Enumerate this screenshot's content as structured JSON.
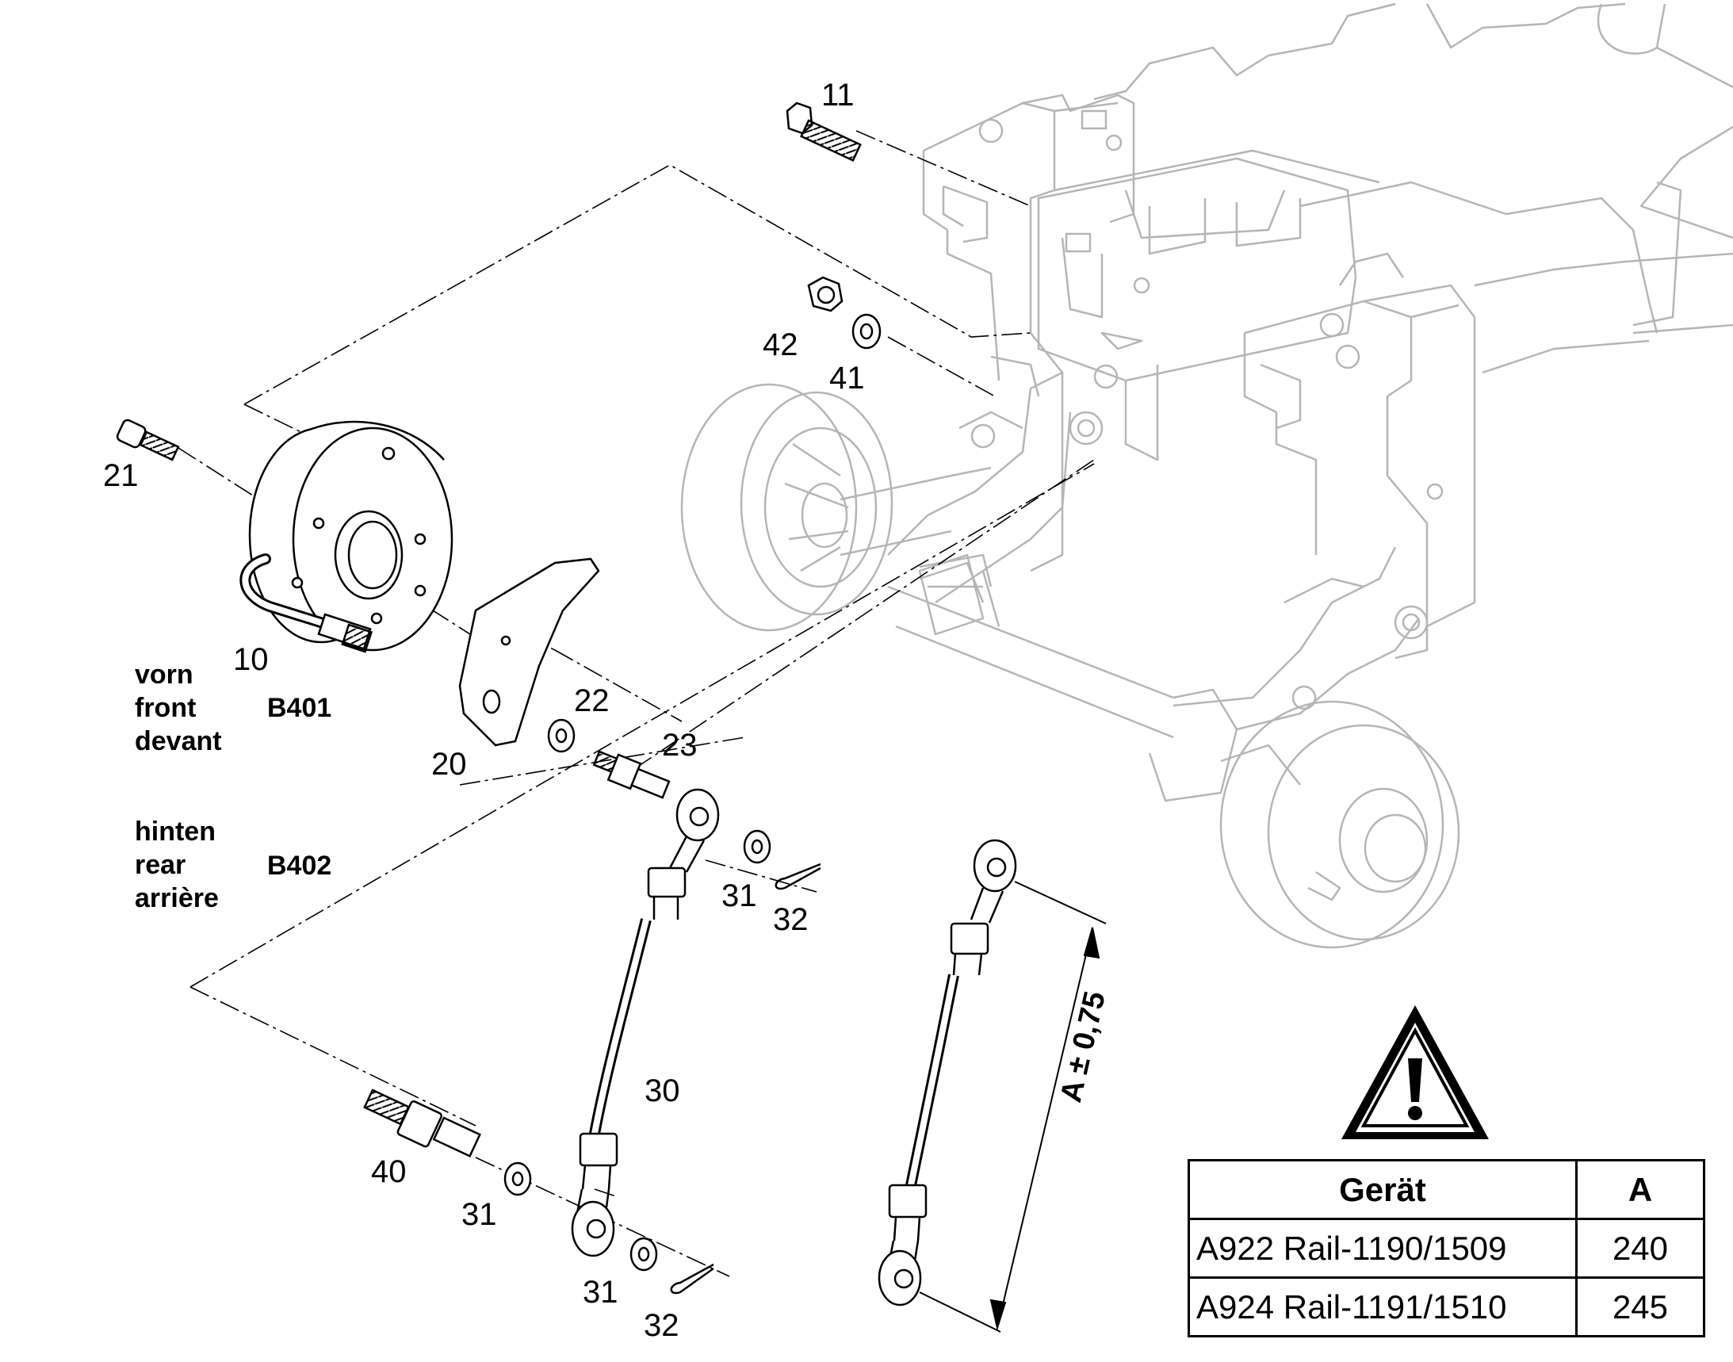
{
  "callouts": [
    {
      "id": "label-11",
      "text": "11"
    },
    {
      "id": "label-42",
      "text": "42"
    },
    {
      "id": "label-41",
      "text": "41"
    },
    {
      "id": "label-21",
      "text": "21"
    },
    {
      "id": "label-10",
      "text": "10"
    },
    {
      "id": "label-22",
      "text": "22"
    },
    {
      "id": "label-20",
      "text": "20"
    },
    {
      "id": "label-23",
      "text": "23"
    },
    {
      "id": "label-31a",
      "text": "31"
    },
    {
      "id": "label-32a",
      "text": "32"
    },
    {
      "id": "label-30",
      "text": "30"
    },
    {
      "id": "label-40",
      "text": "40"
    },
    {
      "id": "label-31b",
      "text": "31"
    },
    {
      "id": "label-31c",
      "text": "31"
    },
    {
      "id": "label-32b",
      "text": "32"
    }
  ],
  "notes": {
    "front": {
      "lines": [
        "vorn",
        "front",
        "devant"
      ],
      "code": "B401"
    },
    "rear": {
      "lines": [
        "hinten",
        "rear",
        "arrière"
      ],
      "code": "B402"
    }
  },
  "dimension_label": "A ± 0,75",
  "warning_icon": "warning-triangle-icon",
  "table": {
    "headers": [
      "Gerät",
      "A"
    ],
    "rows": [
      {
        "device": "A922 Rail-1190/1509",
        "value": "240"
      },
      {
        "device": "A924 Rail-1191/1510",
        "value": "245"
      }
    ]
  }
}
